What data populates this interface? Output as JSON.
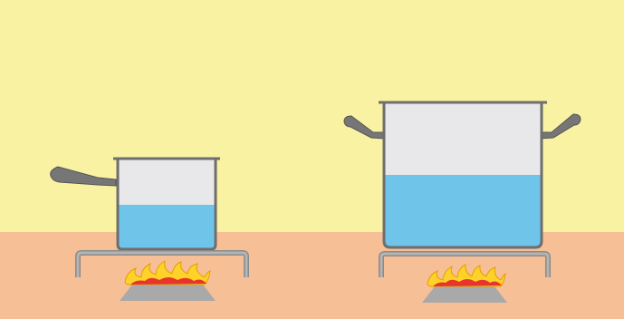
{
  "scene": {
    "colors": {
      "wall": "#f9f2a3",
      "floor": "#f7bf95",
      "water": "#6fc4ea",
      "pot_interior": "#e8e8ea",
      "pot_outline": "#6e6e6e",
      "handle": "#767676",
      "stand": "#9a9a9a",
      "burner": "#a9a9a9",
      "flame_outer": "#ffd22a",
      "flame_inner": "#e8352b"
    },
    "objects": [
      {
        "name": "small-saucepan",
        "water_fill_fraction": 0.49
      },
      {
        "name": "large-stockpot",
        "water_fill_fraction": 0.51
      }
    ]
  }
}
